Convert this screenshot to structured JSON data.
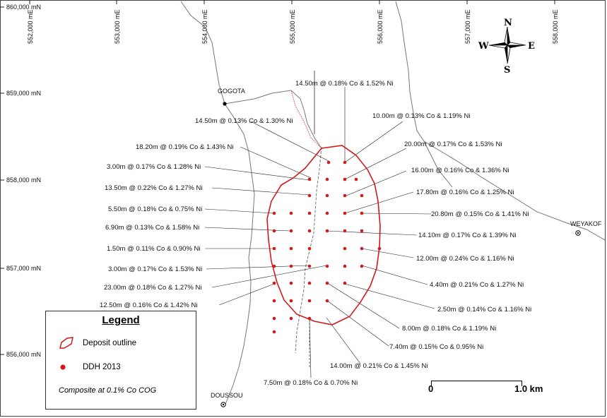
{
  "grid": {
    "northing": [
      "860,000 mN",
      "859,000 mN",
      "858,000 mN",
      "857,000 mN",
      "856,000 mN"
    ],
    "easting": [
      "552,000 mE",
      "553,000 mE",
      "554,000 mE",
      "555,000 mE",
      "556,000 mE",
      "557,000 mE",
      "558,000 mE"
    ]
  },
  "compass": {
    "n": "N",
    "s": "S",
    "e": "E",
    "w": "W"
  },
  "towns": {
    "gogota": "GOGOTA",
    "weyakoro": "WEYAKOF",
    "doussou": "DOUSSOU"
  },
  "intercepts": {
    "left": [
      "14.50m @ 0.13% Co & 1.30% Ni",
      "18.20m @ 0.19% Co & 1.43% Ni",
      "3.00m @ 0.17% Co & 1.28% Ni",
      "13.50m @ 0.22% Co  & 1.27% Ni",
      "5.50m @ 0.18% Co & 0.75% Ni",
      "6.90m @ 0.13% Co & 1.58% Ni",
      "1.50m @ 0.11% Co & 0.90% Ni",
      "3.00m @ 0.17% Co & 1.53% Ni",
      "23.00m @ 0.18% Co & 1.27% Ni",
      "12.50m @ 0.16% Co & 1.42% Ni"
    ],
    "right": [
      "14.50m @ 0.18% Co & 1.52% Ni",
      "10.00m @ 0.13% Co & 1.19% Ni",
      "20.00m @ 0.17% Co & 1.53% Ni",
      "16.00m @ 0.16% Co & 1.36% Ni",
      "17.80m @ 0.16% Co & 1.25% Ni",
      "20.80m @ 0.15% Co & 1.41%  Ni",
      "14.10m @ 0.17% Co & 1.39% Ni",
      "12.00m @ 0.24% Co & 1.16% Ni",
      "4.40m @ 0.21% Co & 1.27% Ni",
      "2.50m @ 0.14% Co & 1.16% Ni",
      "8.00m @ 0.18% Co & 1.19% Ni",
      "7.40m @ 0.15% Co & 0.95% Ni",
      "14.00m @ 0.21% Co & 1.45% Ni",
      "7.50m @ 0.18% Co & 0.70% Ni"
    ]
  },
  "legend": {
    "title": "Legend",
    "deposit_outline": "Deposit outline",
    "ddh": "DDH 2013",
    "note": "Composite at 0.1% Co COG"
  },
  "scale": {
    "start": "0",
    "end": "1.0 km"
  },
  "colors": {
    "outline": "#d11a1a",
    "drillhole": "#d11a1a"
  }
}
